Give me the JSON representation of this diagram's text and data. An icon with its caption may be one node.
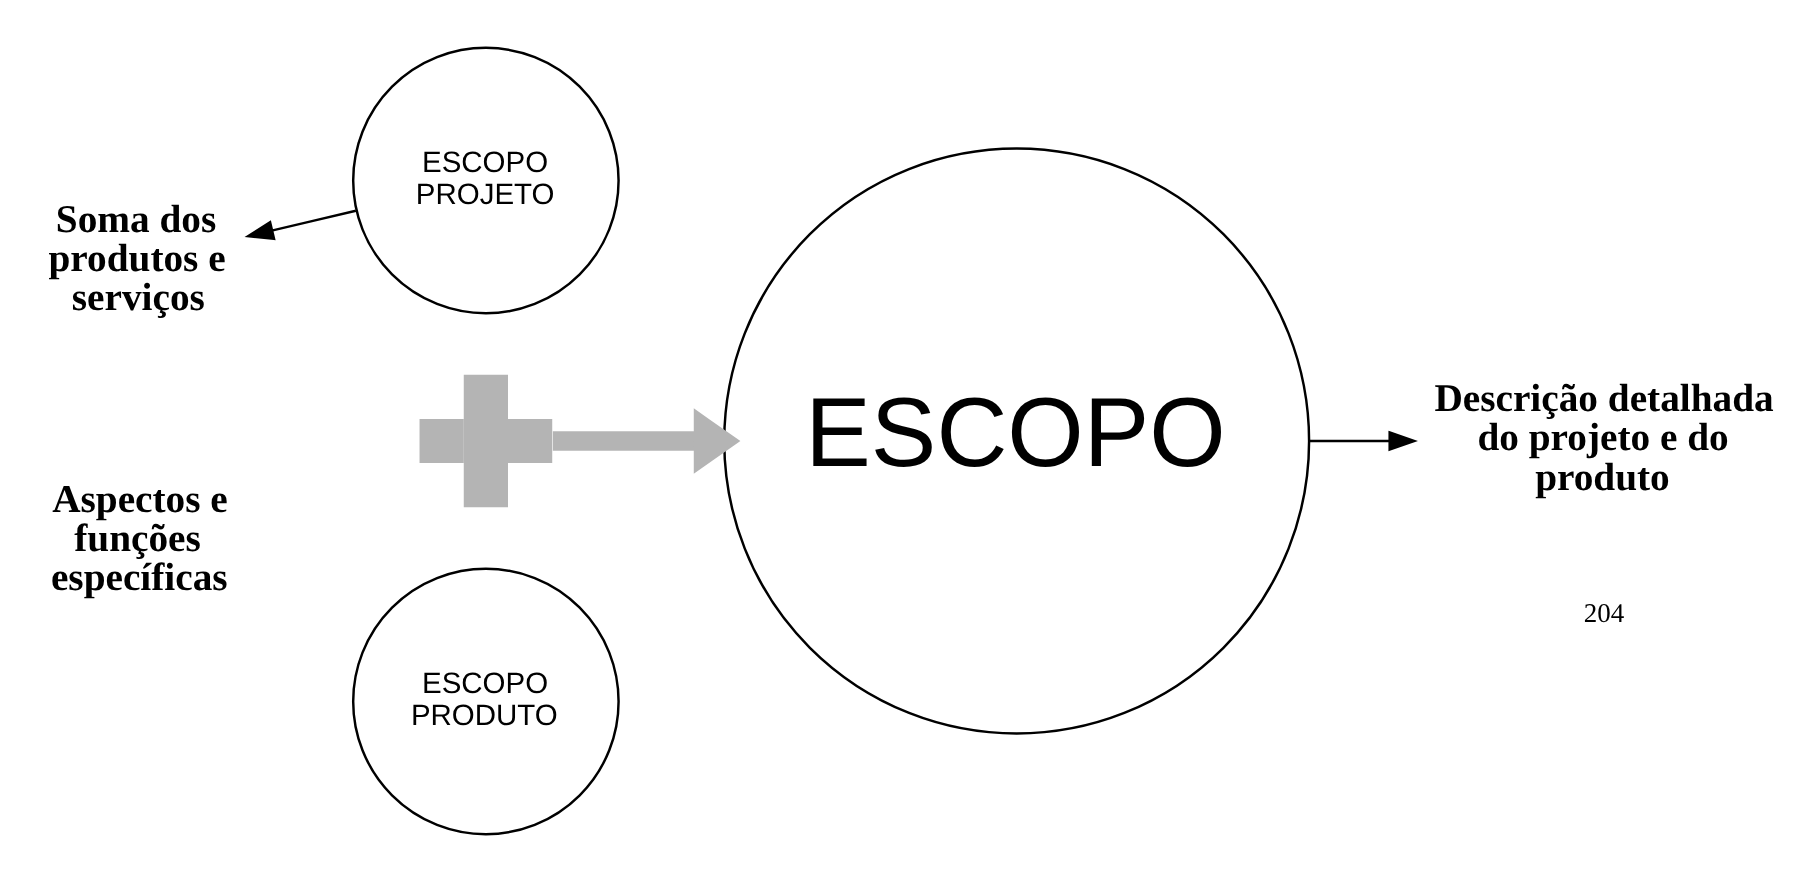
{
  "diagram": {
    "nodes": [
      {
        "text": [
          "Soma dos produtos e serviços"
        ]
      },
      {
        "text": [
          "ESCOPO PROJETO"
        ]
      },
      {
        "text": [],
        "shape": "cross"
      },
      {
        "text": [
          "ESCOPO PRODUTO"
        ],
        "beside": [
          "Aspectos e funções específicas"
        ]
      },
      {
        "text": [
          "ESCOPO"
        ]
      },
      {
        "text": [
          "Descrição detalhada do projeto e do produto"
        ]
      }
    ],
    "edges": [
      {
        "from": 1,
        "to": 0,
        "arrow": "to"
      },
      {
        "from": 2,
        "to": 4,
        "arrow": "to",
        "style": "thick",
        "color": "#b4b4b4"
      },
      {
        "from": 4,
        "to": 5,
        "arrow": "to"
      }
    ],
    "labels": [
      "204"
    ]
  }
}
